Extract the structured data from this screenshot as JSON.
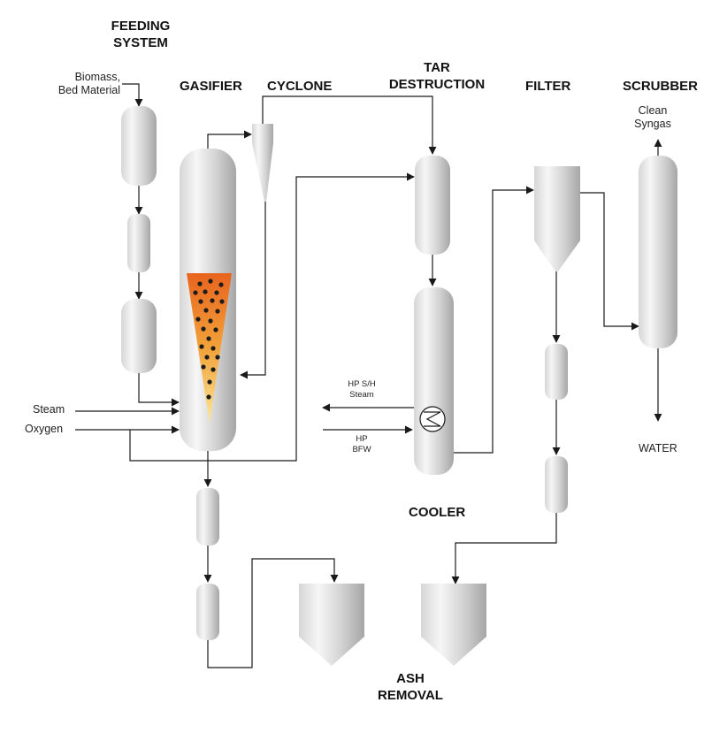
{
  "sections": {
    "feeding": [
      "FEEDING",
      "SYSTEM"
    ],
    "gasifier": "GASIFIER",
    "cyclone": "CYCLONE",
    "tar": [
      "TAR",
      "DESTRUCTION"
    ],
    "filter": "FILTER",
    "scrubber": "SCRUBBER",
    "cooler": "COOLER",
    "ash": [
      "ASH",
      "REMOVAL"
    ]
  },
  "streams": {
    "biomass": [
      "Biomass,",
      "Bed Material"
    ],
    "steam": "Steam",
    "oxygen": "Oxygen",
    "hp_sh_steam": [
      "HP S/H",
      "Steam"
    ],
    "hp_bfw": [
      "HP",
      "BFW"
    ],
    "clean_syngas": [
      "Clean",
      "Syngas"
    ],
    "water": "WATER"
  },
  "colors": {
    "vessel_light": "#f4f4f4",
    "vessel_dark": "#a9a9a9",
    "line": "#1a1a1a",
    "bed_top": "#e8641e",
    "bed_mid": "#f2a23a",
    "bed_bottom": "#fbe79a",
    "particle": "#1c1c1c"
  }
}
